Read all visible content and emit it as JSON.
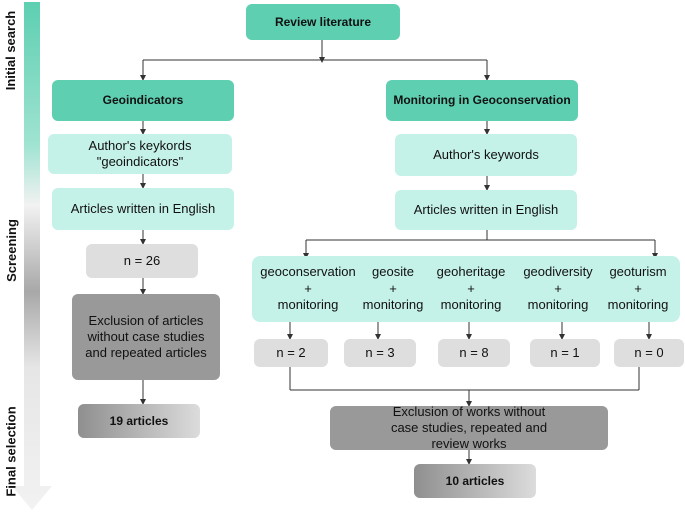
{
  "phases": {
    "initial": "Initial search",
    "screening": "Screening",
    "final": "Final selection"
  },
  "root": "Review literature",
  "left": {
    "title": "Geoindicators",
    "keywords": "Author's keykords \"geoindicators\"",
    "english": "Articles written in English",
    "count": "n = 26",
    "exclusion": "Exclusion of articles without case studies and repeated articles",
    "result": "19 articles"
  },
  "right": {
    "title": "Monitoring in Geoconservation",
    "keywords": "Author's keywords",
    "english": "Articles written in English",
    "terms": [
      {
        "top": "geoconservation",
        "plus": "+",
        "bottom": "monitoring",
        "count": "n = 2"
      },
      {
        "top": "geosite",
        "plus": "+",
        "bottom": "monitoring",
        "count": "n = 3"
      },
      {
        "top": "geoheritage",
        "plus": "+",
        "bottom": "monitoring",
        "count": "n = 8"
      },
      {
        "top": "geodiversity",
        "plus": "+",
        "bottom": "monitoring",
        "count": "n = 1"
      },
      {
        "top": "geoturism",
        "plus": "+",
        "bottom": "monitoring",
        "count": "n = 0"
      }
    ],
    "exclusion": "Exclusion of works without case studies, repeated and review works",
    "result": "10 articles"
  },
  "colors": {
    "dark_teal": "#5ecfb1",
    "light_teal": "#c5f2e8",
    "light_grey": "#dedede",
    "mid_grey": "#999999",
    "line": "#333333"
  }
}
